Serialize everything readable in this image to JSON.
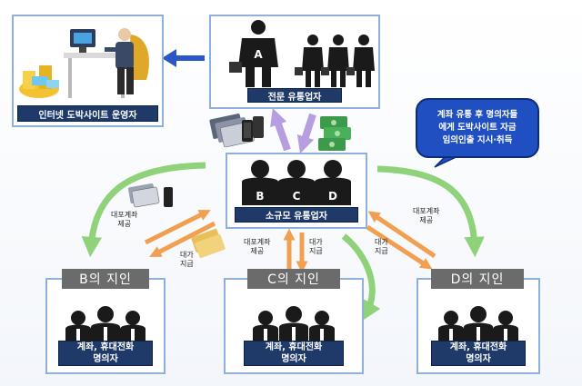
{
  "operator": {
    "label": "인터넷 도박사이트 운영자"
  },
  "professional": {
    "label": "전문 유통업자",
    "person_letter": "A"
  },
  "smallscale": {
    "label": "소규모 유통업자",
    "letters": [
      "B",
      "C",
      "D"
    ]
  },
  "callout": {
    "lines": [
      "계좌 유통 후 명의자들",
      "에게 도박사이트 자금",
      "임의인출 지시·취득"
    ]
  },
  "acquaintances": [
    {
      "title": "B의 지인",
      "caption_lines": [
        "계좌, 휴대전화",
        "명의자"
      ]
    },
    {
      "title": "C의 지인",
      "caption_lines": [
        "계좌, 휴대전화",
        "명의자"
      ]
    },
    {
      "title": "D의 지인",
      "caption_lines": [
        "계좌, 휴대전화",
        "명의자"
      ]
    }
  ],
  "flow_labels": {
    "b_provide": [
      "대포계좌",
      "제공"
    ],
    "b_pay": [
      "대가",
      "지급"
    ],
    "c_provide": [
      "대포계좌",
      "제공"
    ],
    "c_pay": [
      "대가",
      "지급"
    ],
    "d_provide": [
      "대포계좌",
      "제공"
    ],
    "d_pay": [
      "대가",
      "지급"
    ]
  },
  "colors": {
    "navy": "#1f3a68",
    "green_arrow": "#8fd27a",
    "purple_arrow": "#b79ee0",
    "orange_arrow": "#f0a050",
    "blue_arrow": "#2b56c8",
    "callout": "#1f4fc1"
  }
}
